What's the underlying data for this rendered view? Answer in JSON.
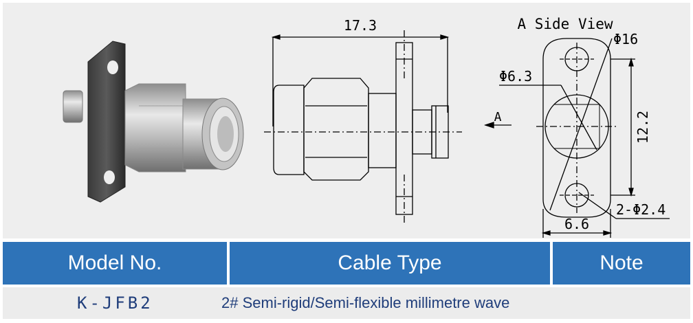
{
  "drawing": {
    "dim_length": "17.3",
    "side_view_title": "A Side View",
    "dim_flange_dia": "Φ16",
    "dim_connector_dia": "Φ6.3",
    "dim_hole_spacing": "12.2",
    "dim_holes": "2-Φ2.4",
    "dim_width": "6.6",
    "view_arrow_label": "A"
  },
  "table": {
    "headers": [
      "Model No.",
      "Cable Type",
      "Note"
    ],
    "rows": [
      {
        "model": "K-JFB2",
        "cable_type": "2# Semi-rigid/Semi-flexible millimetre wave",
        "note": ""
      }
    ]
  },
  "colors": {
    "header_bg": "#2e73b8",
    "row_bg": "#ececec",
    "drawing_bg": "#eeeeee"
  }
}
